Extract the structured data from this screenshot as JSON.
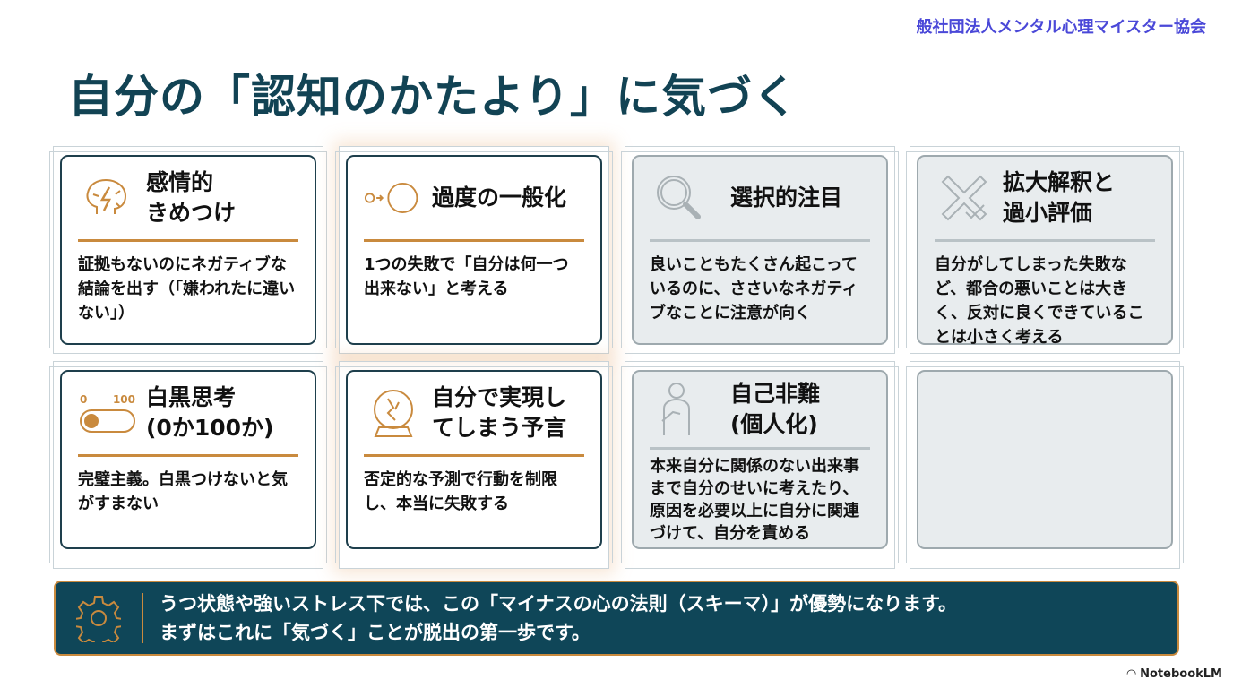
{
  "header": {
    "organization": "般社団法人メンタル心理マイスター協会",
    "title": "自分の「認知のかたより」に気づく"
  },
  "cards": [
    {
      "title1": "感情的",
      "title2": "きめつけ",
      "body": "証拠もないのにネガティブな結論を出す（「嫌われたに違いない」）",
      "icon": "brain-lightning-icon"
    },
    {
      "title1": "過度の一般化",
      "title2": "",
      "body": "1つの失敗で「自分は何一つ出来ない」と考える",
      "icon": "small-to-large-circle-icon"
    },
    {
      "title1": "選択的注目",
      "title2": "",
      "body": "良いこともたくさん起こっているのに、ささいなネガティブなことに注意が向く",
      "icon": "magnifier-icon"
    },
    {
      "title1": "拡大解釈と",
      "title2": "過小評価",
      "body": "自分がしてしまった失敗など、都合の悪いことは大きく、反対に良くできていることは小さく考える",
      "icon": "cross-check-icon"
    },
    {
      "title1": "白黒思考",
      "title2": "(0か100か)",
      "body": "完璧主義。白黒つけないと気がすまない",
      "icon": "toggle-icon",
      "toggle_min": "0",
      "toggle_max": "100"
    },
    {
      "title1": "自分で実現し",
      "title2": "てしまう予言",
      "body": "否定的な予測で行動を制限し、本当に失敗する",
      "icon": "crystal-ball-icon"
    },
    {
      "title1": "自己非難",
      "title2": "(個人化)",
      "body": "本来自分に関係のない出来事まで自分のせいに考えたり、原因を必要以上に自分に関連づけて、自分を責める",
      "icon": "person-pointing-self-icon"
    }
  ],
  "banner": {
    "line1": "うつ状態や強いストレス下では、この「マイナスの心の法則（スキーマ）」が優勢になります。",
    "line2": "まずはこれに「気づく」ことが脱出の第一歩です。"
  },
  "footer": {
    "brand": "NotebookLM"
  }
}
